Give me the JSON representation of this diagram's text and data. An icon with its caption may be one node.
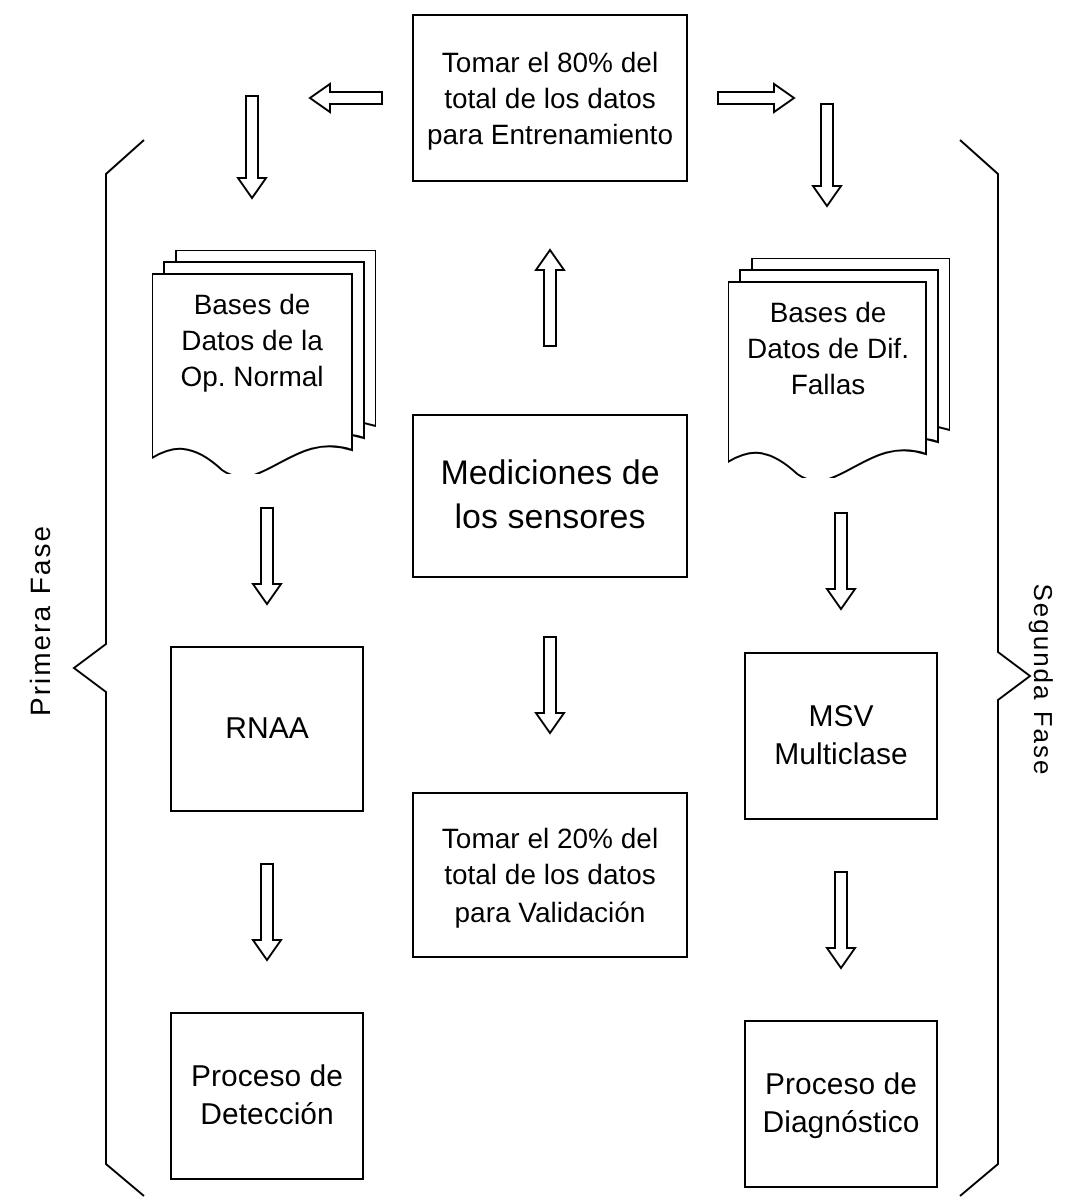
{
  "diagram": {
    "nodes": [
      {
        "text": [
          "Tomar el 80% del total de los datos para Entrenamiento"
        ]
      },
      {
        "text": [
          "Bases de Datos de la Op. Normal"
        ]
      },
      {
        "text": [
          "Mediciones de los sensores"
        ]
      },
      {
        "text": [
          "Bases de Datos de Dif. Fallas"
        ]
      },
      {
        "text": [
          "RNAA"
        ]
      },
      {
        "text": [
          "Tomar el 20% del total de los datos para Validación"
        ]
      },
      {
        "text": [
          "MSV Multiclase"
        ]
      },
      {
        "text": [
          "Proceso de Detección"
        ]
      },
      {
        "text": [
          "Proceso de Diagnóstico"
        ]
      }
    ],
    "edges": [
      {
        "from": 0,
        "to": null,
        "arrow": "to"
      },
      {
        "from": null,
        "to": 1,
        "arrow": "to"
      },
      {
        "from": 0,
        "to": null,
        "arrow": "to"
      },
      {
        "from": null,
        "to": 3,
        "arrow": "to"
      },
      {
        "from": 2,
        "to": 0,
        "arrow": "to"
      },
      {
        "from": 1,
        "to": 4,
        "arrow": "to"
      },
      {
        "from": 2,
        "to": 5,
        "arrow": "to"
      },
      {
        "from": 3,
        "to": 6,
        "arrow": "to"
      },
      {
        "from": 4,
        "to": 7,
        "arrow": "to"
      },
      {
        "from": 6,
        "to": 8,
        "arrow": "to"
      }
    ],
    "labels": [
      "Primera Fase",
      "Segunda Fase"
    ]
  }
}
